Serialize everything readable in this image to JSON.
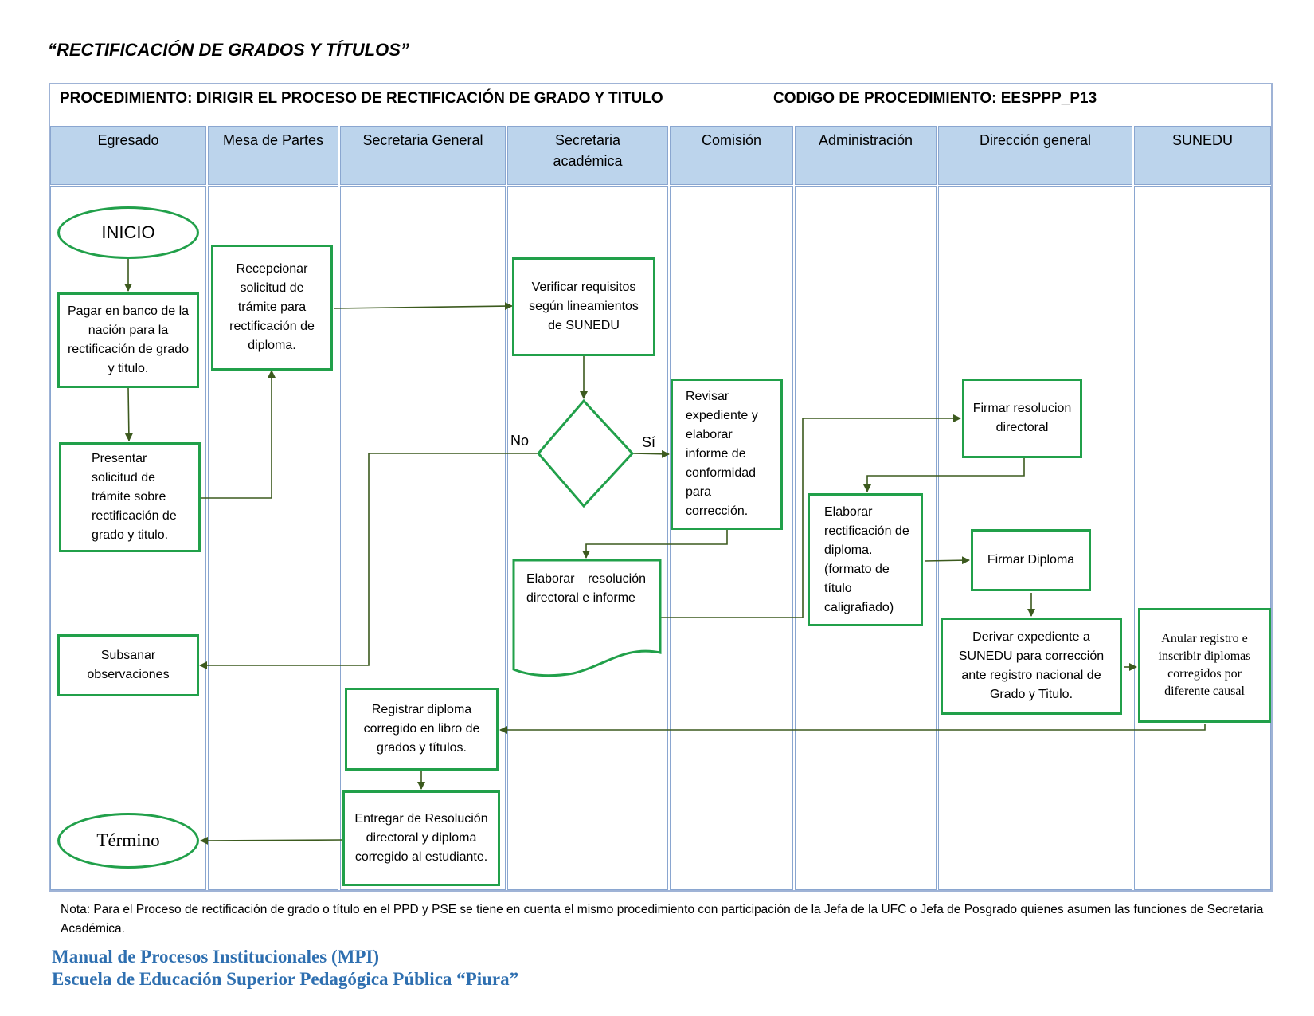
{
  "title": "“RECTIFICACIÓN DE GRADOS Y TÍTULOS”",
  "header": {
    "procedure": "PROCEDIMIENTO:  DIRIGIR EL PROCESO DE RECTIFICACIÓN DE GRADO Y TITULO",
    "code": "CODIGO DE PROCEDIMIENTO: EESPPP_P13"
  },
  "lanes": [
    "Egresado",
    "Mesa de Partes",
    "Secretaria General",
    "Secretaria académica",
    "Comisión",
    "Administración",
    "Dirección general",
    "SUNEDU"
  ],
  "nodes": {
    "inicio": "INICIO",
    "pagar": "Pagar en banco de la nación para la rectificación de grado y titulo.",
    "presentar": "Presentar solicitud de trámite sobre rectificación de grado y titulo.",
    "subsanar": "Subsanar observaciones",
    "termino": "Término",
    "recepcionar": "Recepcionar solicitud de trámite para rectificación de diploma.",
    "registrar": "Registrar diploma corregido en libro de grados y títulos.",
    "entregar": "Entregar de Resolución directoral y diploma corregido al estudiante.",
    "verificar": "Verificar requisitos según lineamientos de SUNEDU",
    "elaborar_resolucion": "Elaborar resolución directoral e informe",
    "revisar": "Revisar expediente y elaborar informe de conformidad para corrección.",
    "elaborar_rectificacion": "Elaborar rectificación de diploma. (formato de título caligrafiado)",
    "firmar_resolucion": "Firmar resolucion directoral",
    "firmar_diploma": "Firmar Diploma",
    "derivar": "Derivar expediente a SUNEDU para corrección ante registro nacional de Grado y Titulo.",
    "anular": "Anular registro e inscribir diplomas corregidos por diferente causal"
  },
  "decision": {
    "no": "No",
    "si": "Sí"
  },
  "note": "Nota: Para el Proceso de rectificación de grado o título en el PPD y PSE   se tiene en cuenta el mismo procedimiento con participación de la Jefa de la UFC o Jefa de Posgrado quienes asumen las funciones de Secretaria Académica.",
  "footer": {
    "line1": "Manual de Procesos Institucionales (MPI)",
    "line2": "Escuela de Educación Superior Pedagógica Pública “Piura”"
  },
  "colors": {
    "box_border": "#21a04a",
    "arrow": "#3c5a1e",
    "lane_header": "#bcd4ec",
    "footer_text": "#2e6fb0"
  }
}
